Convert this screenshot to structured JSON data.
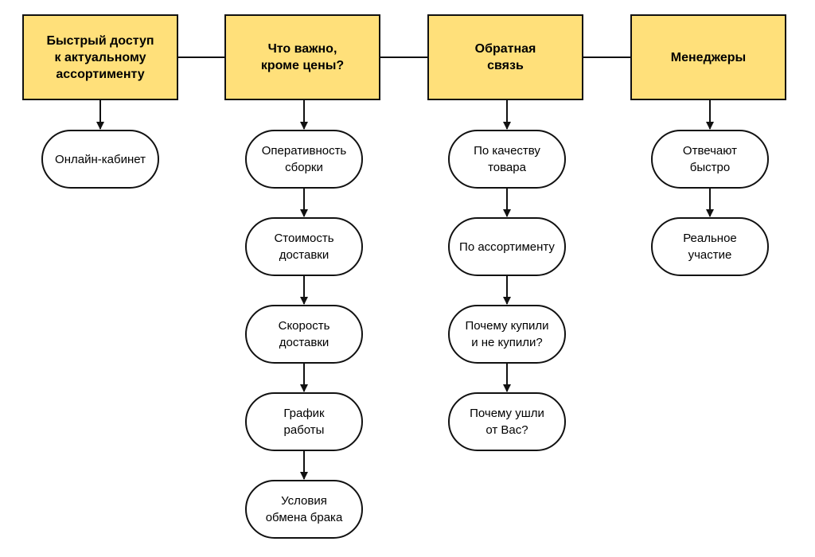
{
  "columns": [
    {
      "title": "Быстрый доступ\nк актуальному\nассортименту",
      "items": [
        "Онлайн-кабинет"
      ]
    },
    {
      "title": "Что важно,\nкроме цены?",
      "items": [
        "Оперативность\nсборки",
        "Стоимость\nдоставки",
        "Скорость\nдоставки",
        "График\nработы",
        "Условия\nобмена брака"
      ]
    },
    {
      "title": "Обратная\nсвязь",
      "items": [
        "По качеству\nтовара",
        "По ассортименту",
        "Почему купили\nи не купили?",
        "Почему ушли\nот Вас?"
      ]
    },
    {
      "title": "Менеджеры",
      "items": [
        "Отвечают\nбыстро",
        "Реальное\nучастие"
      ]
    }
  ],
  "colors": {
    "header_fill": "#ffe07a",
    "stroke": "#111111"
  }
}
